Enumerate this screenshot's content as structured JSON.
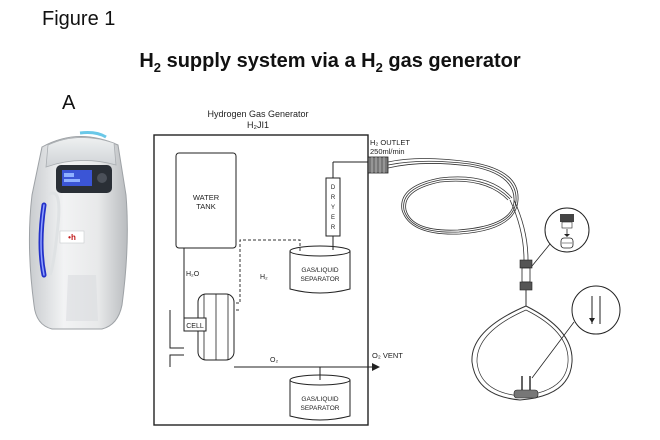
{
  "figure_label": "Figure 1",
  "title": {
    "part1": "H",
    "sub1": "2",
    "part2": " supply system via a H",
    "sub2": "2",
    "part3": " gas generator"
  },
  "panel_letter": "A",
  "device": {
    "brand_mark": "•h"
  },
  "diagram": {
    "header": "Hydrogen Gas Generator",
    "model": "H₂JI1",
    "water_tank": [
      "WATER",
      "TANK"
    ],
    "dryer": [
      "D",
      "R",
      "Y",
      "E",
      "R"
    ],
    "separator_top": [
      "GAS/LIQUID",
      "SEPARATOR"
    ],
    "separator_bottom": [
      "GAS/LIQUID",
      "SEPARATOR"
    ],
    "cell": "CELL",
    "h2o_label": "H₂O",
    "h2_label": "H₂",
    "o2_label": "O₂",
    "outlet": "H₂ OUTLET",
    "flow": "250ml/min",
    "o2_vent": "O₂ VENT"
  }
}
